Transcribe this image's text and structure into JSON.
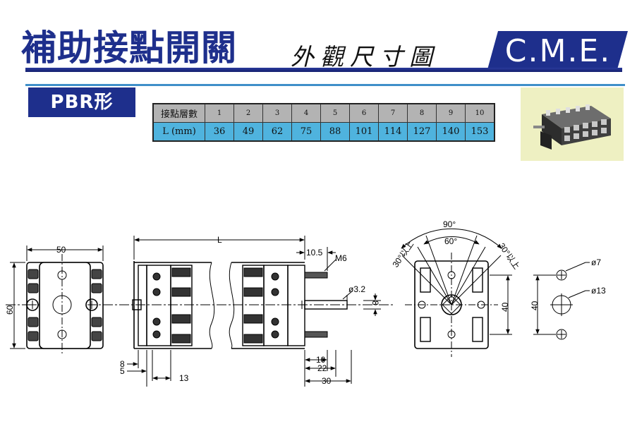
{
  "header": {
    "title": "補助接點開關",
    "subtitle": "外觀尺寸圖",
    "logo": "C.M.E."
  },
  "section": {
    "badge": "PBR形"
  },
  "dimension_table": {
    "row_labels": [
      "接點層數",
      "L (mm)"
    ],
    "layers": [
      "1",
      "2",
      "3",
      "4",
      "5",
      "6",
      "7",
      "8",
      "9",
      "10"
    ],
    "lengths": [
      "36",
      "49",
      "62",
      "75",
      "88",
      "101",
      "114",
      "127",
      "140",
      "153"
    ]
  },
  "drawing": {
    "front": {
      "width": "50",
      "height": "60",
      "d1": "8",
      "d2": "5"
    },
    "side": {
      "length": "L",
      "d10_5": "10.5",
      "thread": "M6",
      "shaft_dia": "ø3.2",
      "shaft": "8",
      "d13": "13",
      "d10": "10",
      "d22": "22",
      "d30": "30"
    },
    "end": {
      "angle90": "90°",
      "angle60": "60°",
      "angle30l": "30°以上",
      "angle30r": "30°以上",
      "d40": "40"
    },
    "holes": {
      "small": "ø7",
      "large": "ø13",
      "pitch": "40"
    }
  },
  "colors": {
    "brand": "#1e2f8c",
    "accent": "#3f8fc9",
    "table_gray": "#b3b3b3",
    "table_blue": "#4fb3de"
  }
}
